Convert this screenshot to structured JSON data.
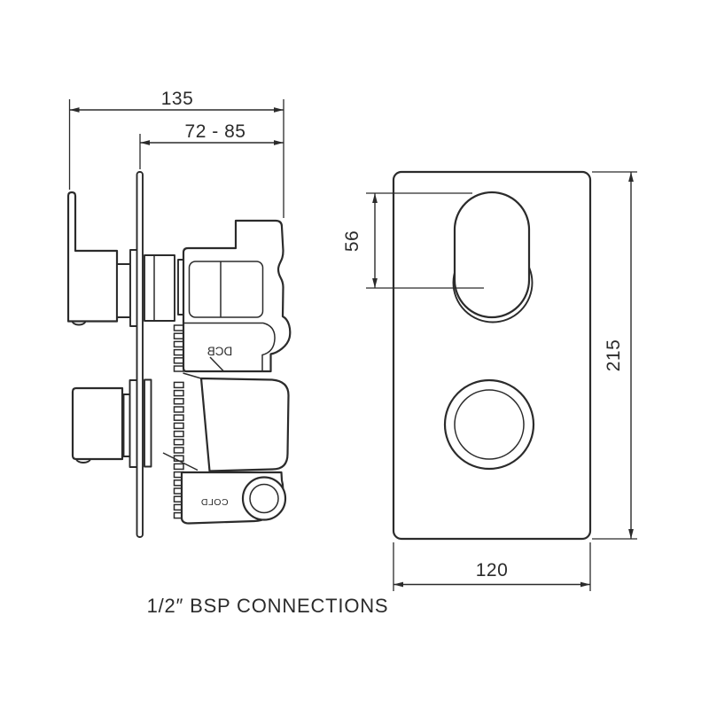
{
  "colors": {
    "ink": "#2b2b2b",
    "background": "#ffffff"
  },
  "caption": "1/2″ BSP CONNECTIONS",
  "side_view": {
    "dim_overall_depth": "135",
    "dim_wall_adjustment": "72 - 85",
    "cartridge_marking": "DCB",
    "inlet_marking": "COLD"
  },
  "front_view": {
    "dim_handle_travel": "56",
    "dim_plate_height": "215",
    "dim_plate_width": "120"
  }
}
